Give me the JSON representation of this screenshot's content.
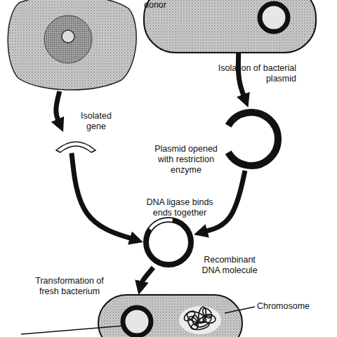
{
  "diagram": {
    "nodes": [
      {
        "text": [
          "donor"
        ]
      },
      {
        "text": []
      },
      {
        "text": [
          "Isolated gene"
        ]
      },
      {
        "text": [
          "Plasmid opened with restriction enzyme"
        ]
      },
      {
        "text": [
          "DNA ligase binds ends together",
          "Recombinant DNA molecule"
        ]
      },
      {
        "text": []
      }
    ],
    "edges": [
      {
        "from": 0,
        "to": 2,
        "arrow": "to"
      },
      {
        "from": 1,
        "to": 3,
        "label": "Isolation of bacterial plasmid",
        "arrow": "to"
      },
      {
        "from": 2,
        "to": 4,
        "arrow": "to"
      },
      {
        "from": 3,
        "to": 4,
        "arrow": "to"
      },
      {
        "from": 4,
        "to": 5,
        "label": "Transformation of fresh bacterium",
        "arrow": "to"
      }
    ],
    "labels": [
      "Chromosome"
    ]
  }
}
